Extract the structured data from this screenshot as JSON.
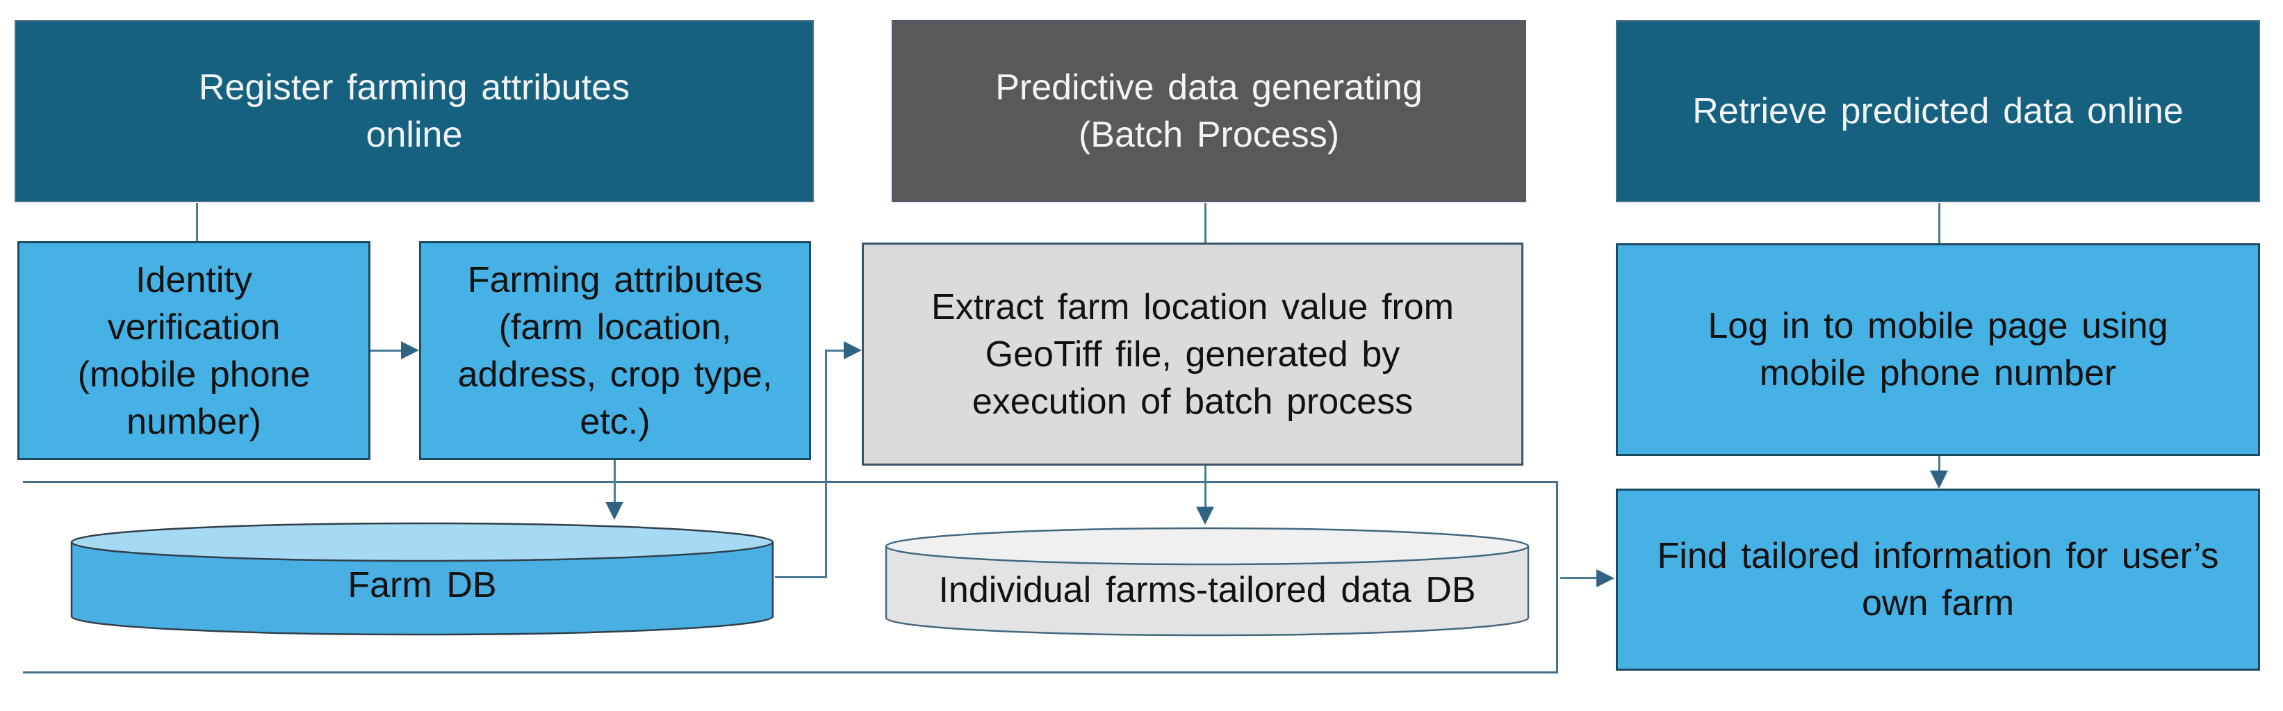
{
  "colors": {
    "dark_blue": "#166080",
    "light_blue": "#45B1E4",
    "dark_gray": "#59595B",
    "light_gray": "#DBDBDB",
    "cyl_blue_body": "#4AAFE2",
    "cyl_blue_top": "#A6D9F2",
    "cyl_blue_stroke": "#2F3F4B",
    "cyl_gray_body": "#E3E3E3",
    "cyl_gray_top": "#F0F0F0",
    "cyl_gray_stroke": "#44667E",
    "line": "#4A7A96",
    "arrow": "#2E6384",
    "container_border": "#44708C",
    "header_text": "#F2F5F7",
    "body_text": "#111111"
  },
  "sections": {
    "register": {
      "header": "Register farming attributes\nonline",
      "identity_box": "Identity\nverification\n(mobile phone\nnumber)",
      "farming_box": "Farming attributes\n(farm location,\naddress, crop type,\netc.)",
      "db": "Farm DB"
    },
    "predictive": {
      "header": "Predictive data generating\n(Batch Process)",
      "extract_box": "Extract farm location value from\nGeoTiff file, generated by\nexecution of batch process",
      "db": "Individual farms-tailored data DB"
    },
    "retrieve": {
      "header": "Retrieve predicted data online",
      "login_box": "Log in to mobile page using\nmobile phone number",
      "find_box": "Find tailored information for user’s\nown farm"
    }
  }
}
